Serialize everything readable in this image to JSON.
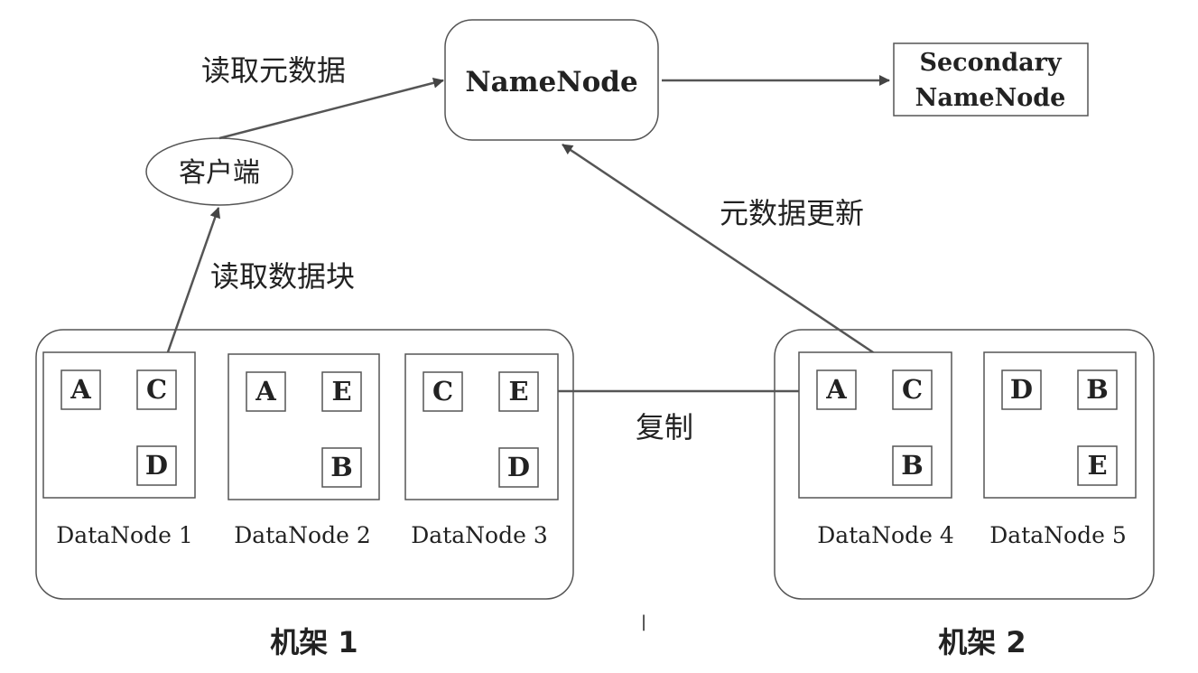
{
  "nodes": {
    "namenode": "NameNode",
    "secondary_line1": "Secondary",
    "secondary_line2": "NameNode",
    "client": "客户端"
  },
  "labels": {
    "read_metadata": "读取元数据",
    "read_block": "读取数据块",
    "metadata_update": "元数据更新",
    "replicate": "复制",
    "rack1": "机架 1",
    "rack2": "机架 2",
    "stray_mark": "|"
  },
  "datanodes": [
    {
      "name": "DataNode 1",
      "blocks": [
        "A",
        "C",
        "D"
      ]
    },
    {
      "name": "DataNode 2",
      "blocks": [
        "A",
        "E",
        "B"
      ]
    },
    {
      "name": "DataNode 3",
      "blocks": [
        "C",
        "E",
        "D"
      ]
    },
    {
      "name": "DataNode 4",
      "blocks": [
        "A",
        "C",
        "B"
      ]
    },
    {
      "name": "DataNode 5",
      "blocks": [
        "D",
        "B",
        "E"
      ]
    }
  ],
  "colors": {
    "stroke": "#555555",
    "arrow": "#555555",
    "text": "#222222"
  }
}
